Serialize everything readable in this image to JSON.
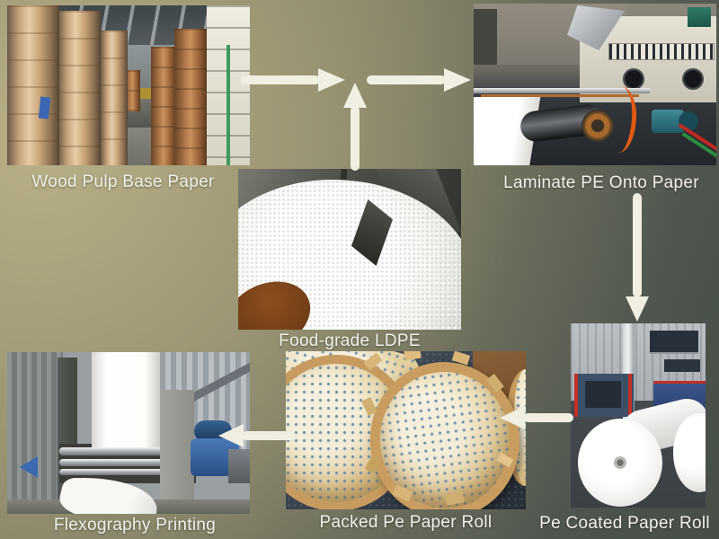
{
  "diagram": {
    "kind": "process-flow",
    "steps": [
      {
        "id": "wood-pulp-base-paper",
        "label": "Wood Pulp Base Paper"
      },
      {
        "id": "laminate-pe-onto-paper",
        "label": "Laminate PE Onto Paper"
      },
      {
        "id": "food-grade-ldpe",
        "label": "Food-grade LDPE"
      },
      {
        "id": "pe-coated-paper-roll",
        "label": "Pe Coated Paper Roll"
      },
      {
        "id": "packed-pe-paper-roll",
        "label": "Packed Pe Paper Roll"
      },
      {
        "id": "flexography-printing",
        "label": "Flexography Printing"
      }
    ],
    "arrows": [
      {
        "from": "wood-pulp-base-paper",
        "to": "merge-junction",
        "direction": "right"
      },
      {
        "from": "food-grade-ldpe",
        "to": "merge-junction",
        "direction": "up"
      },
      {
        "from": "merge-junction",
        "to": "laminate-pe-onto-paper",
        "direction": "right"
      },
      {
        "from": "laminate-pe-onto-paper",
        "to": "pe-coated-paper-roll",
        "direction": "down"
      },
      {
        "from": "pe-coated-paper-roll",
        "to": "packed-pe-paper-roll",
        "direction": "left"
      },
      {
        "from": "packed-pe-paper-roll",
        "to": "flexography-printing",
        "direction": "left"
      }
    ],
    "colors": {
      "background_light": "#b4ac84",
      "background_dark": "#4b524c",
      "arrow": "#f1efe2",
      "label_text": "#f1f1ea"
    }
  }
}
